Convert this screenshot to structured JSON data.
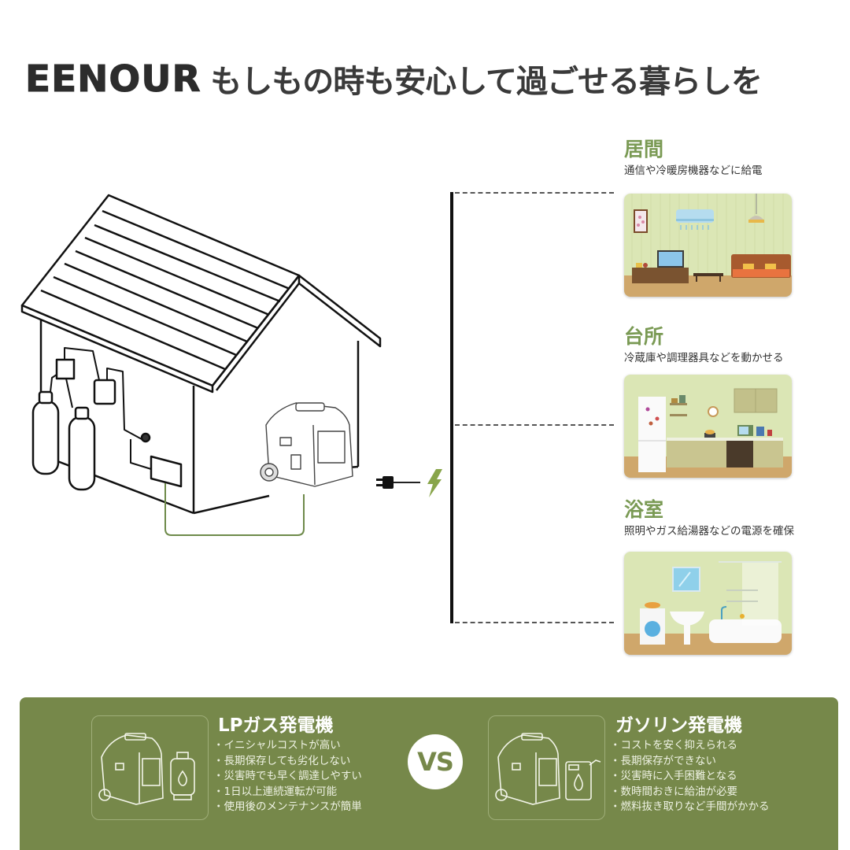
{
  "header": {
    "brand": "EENOUR",
    "tagline": "もしもの時も安心して過ごせる暮らしを"
  },
  "rooms": [
    {
      "title": "居間",
      "desc": "通信や冷暖房機器などに給電",
      "scene": "living-room"
    },
    {
      "title": "台所",
      "desc": "冷蔵庫や調理器具などを動かせる",
      "scene": "kitchen"
    },
    {
      "title": "浴室",
      "desc": "照明やガス給湯器などの電源を確保",
      "scene": "bathroom"
    }
  ],
  "comparison": {
    "vs_label": "VS",
    "lp": {
      "title": "LPガス発電機",
      "points": [
        "イニシャルコストが高い",
        "長期保存しても劣化しない",
        "災害時でも早く調達しやすい",
        "1日以上連続運転が可能",
        "使用後のメンテナンスが簡単"
      ],
      "icons": [
        "generator-icon",
        "gas-cylinder-icon"
      ]
    },
    "gasoline": {
      "title": "ガソリン発電機",
      "points": [
        "コストを安く抑えられる",
        "長期保存ができない",
        "災害時に入手困難となる",
        "数時間おきに給油が必要",
        "燃料抜き取りなど手間がかかる"
      ],
      "icons": [
        "generator-icon",
        "fuel-can-icon"
      ]
    }
  },
  "colors": {
    "accent_green": "#76884a",
    "room_title_green": "#7a9a54",
    "wall_green": "#dbe6b5",
    "floor_tan": "#cfa76b",
    "headline_dark": "#2c2c2c"
  }
}
